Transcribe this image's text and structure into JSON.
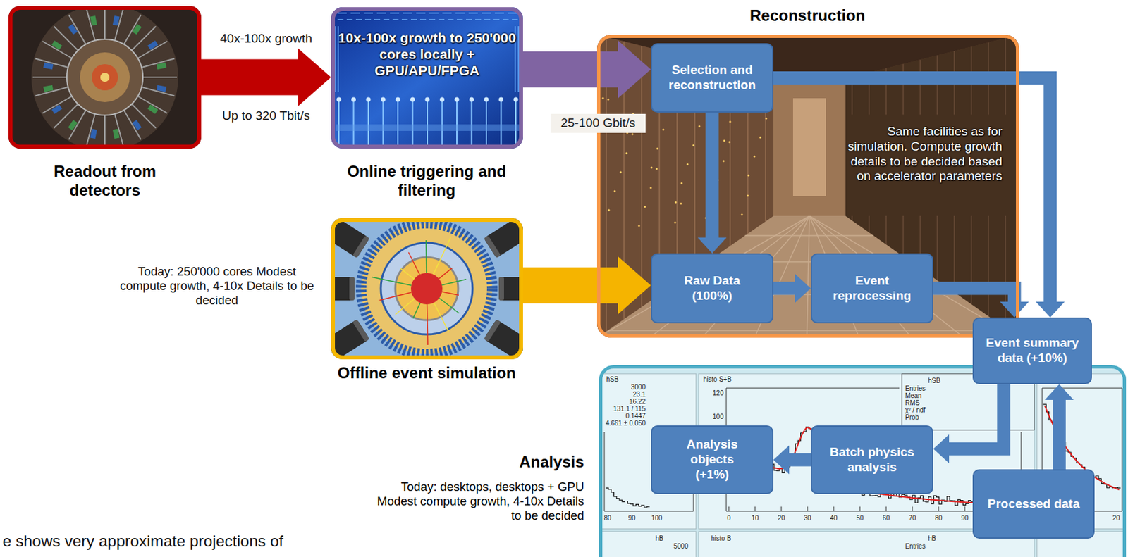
{
  "diagram": {
    "nodes": [
      {
        "text": [
          "Readout from detectors"
        ]
      },
      {
        "text": [
          "10x-100x growth to 250'000 cores locally + GPU/APU/FPGA",
          "Online triggering and filtering"
        ]
      },
      {
        "text": [
          "Reconstruction",
          "Same facilities as for simulation. Compute growth details to be decided based on accelerator parameters"
        ]
      },
      {
        "text": [
          "Selection and reconstruction"
        ],
        "in": 2
      },
      {
        "text": [
          "Raw Data (100%)"
        ],
        "in": 2
      },
      {
        "text": [
          "Event reprocessing"
        ],
        "in": 2
      },
      {
        "text": [
          "Offline event simulation"
        ]
      },
      {
        "text": [
          "Event summary data (+10%)"
        ]
      },
      {
        "text": [
          "Analysis",
          "Today: desktops, desktops + GPU Modest compute growth, 4-10x Details to be decided"
        ]
      },
      {
        "text": [
          "Analysis objects (+1%)"
        ],
        "in": 8
      },
      {
        "text": [
          "Batch physics analysis"
        ],
        "in": 8
      },
      {
        "text": [
          "Processed data"
        ],
        "in": 8
      }
    ],
    "edges": [
      {
        "from": 0,
        "to": 1,
        "arrow": "to"
      },
      {
        "from": 1,
        "to": 3,
        "label": "25-100 Gbit/s",
        "arrow": "to"
      },
      {
        "from": 6,
        "to": 4,
        "arrow": "to"
      },
      {
        "from": 3,
        "to": 4,
        "arrow": "to"
      },
      {
        "from": 4,
        "to": 5,
        "arrow": "to"
      },
      {
        "from": 3,
        "to": 7,
        "arrow": "to"
      },
      {
        "from": 5,
        "to": 7,
        "arrow": "to"
      },
      {
        "from": 7,
        "to": 10,
        "arrow": "to"
      },
      {
        "from": 10,
        "to": 9,
        "arrow": "to"
      },
      {
        "from": 11,
        "to": 7,
        "arrow": "to"
      }
    ],
    "labels": [
      "40x-100x growth",
      "Up to 320 Tbit/s",
      "Today: 250'000 cores Modest compute growth, 4-10x Details to be decided",
      "e shows very approximate projections of",
      "hSB",
      "3000",
      "23.1",
      "16.22",
      "131.1 / 115",
      "0.1447",
      "4.661 ± 0.050",
      "80",
      "90",
      "100",
      "histo S+B",
      "120",
      "100",
      "0",
      "10",
      "20",
      "30",
      "40",
      "50",
      "60",
      "70",
      "80",
      "90",
      "hSB",
      "Entries",
      "Mean",
      "RMS",
      "χ² / ndf",
      "Prob",
      "20",
      "hB",
      "5000",
      "histo B",
      "hB",
      "Entries"
    ]
  }
}
